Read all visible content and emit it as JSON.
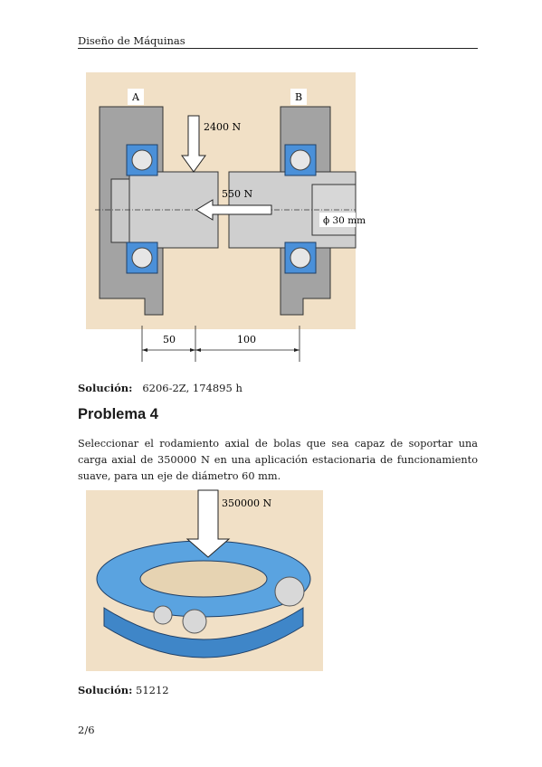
{
  "header": {
    "title": "Diseño de Máquinas"
  },
  "figure1": {
    "label_a": "A",
    "label_b": "B",
    "radial_load": "2400 N",
    "axial_load": "550 N",
    "shaft_diameter": "ϕ 30 mm",
    "dim_left": "50",
    "dim_right": "100",
    "colors": {
      "background": "#f1e0c6",
      "housing": "#a3a3a3",
      "bearing": "#4a90d9",
      "shaft": "#c9c9c9"
    }
  },
  "solution1": {
    "label": "Solución:",
    "value": "6206-2Z, 174895 h"
  },
  "problem": {
    "title": "Problema 4",
    "text": "Seleccionar el rodamiento axial de bolas que sea capaz de soportar una carga axial de 350000 N en una aplicación estacionaria de funcionamiento suave, para un eje de diámetro 60 mm."
  },
  "figure2": {
    "load": "350000 N",
    "colors": {
      "background": "#f1e0c6",
      "washer": "#5aa3e0",
      "ball": "#d8d8d8"
    }
  },
  "solution2": {
    "label": "Solución:",
    "value": "51212"
  },
  "footer": {
    "page": "2/6"
  }
}
